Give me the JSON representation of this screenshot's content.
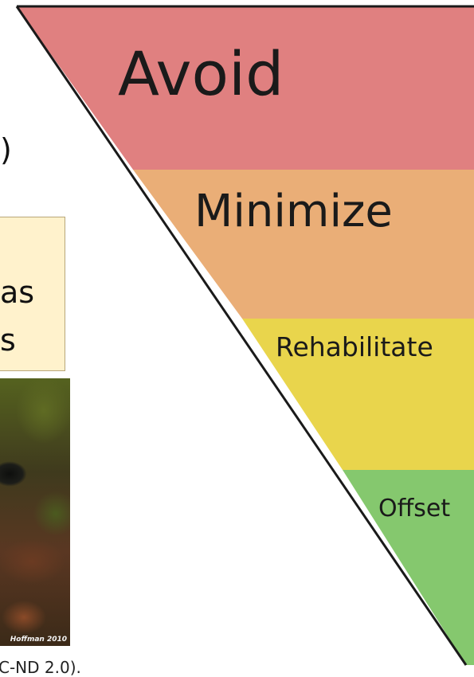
{
  "diagram": {
    "levels": [
      {
        "label": "Avoid",
        "color": "#e08080"
      },
      {
        "label": "Minimize",
        "color": "#eaae77"
      },
      {
        "label": "Rehabilitate",
        "color": "#e9d54c"
      },
      {
        "label": "Offset",
        "color": "#85c86e"
      }
    ]
  },
  "left_fragments": {
    "paren": ")",
    "callout_line1": "as",
    "callout_line2": "s",
    "callout_color": "#fff2cc",
    "photo_credit": "Hoffman 2010",
    "caption": "C-ND 2.0)."
  }
}
